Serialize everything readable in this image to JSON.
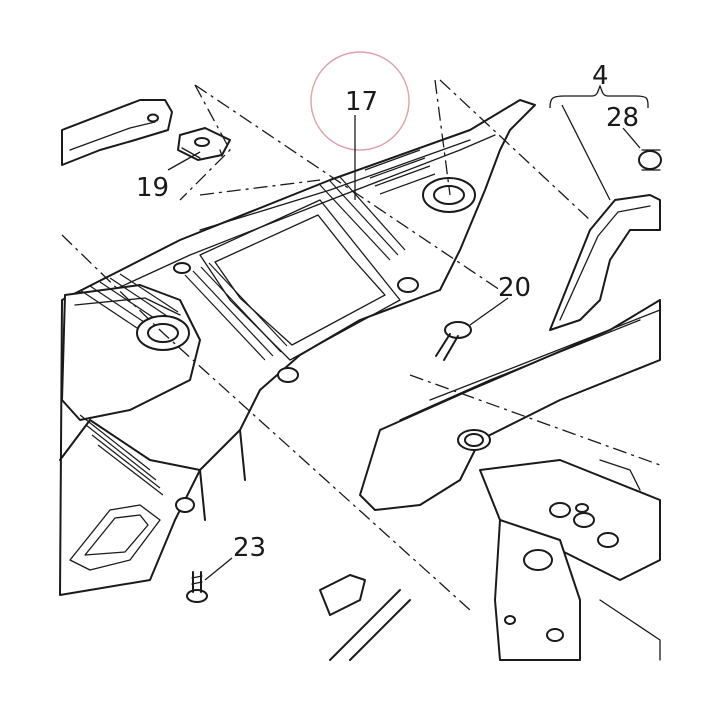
{
  "labels": {
    "part_4": "4",
    "part_17": "17",
    "part_19": "19",
    "part_20": "20",
    "part_23": "23",
    "part_28": "28"
  },
  "highlight_color": "#e0a0a8"
}
